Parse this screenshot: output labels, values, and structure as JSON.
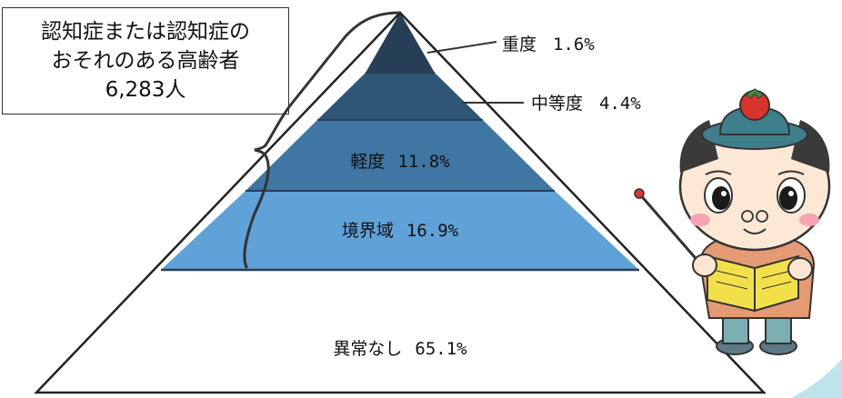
{
  "summary": {
    "line1": "認知症または認知症の",
    "line2": "おそれのある高齢者",
    "line3": "6,283人"
  },
  "levels": [
    {
      "name": "重度",
      "value": "1.6%",
      "color": "#263e56"
    },
    {
      "name": "中等度",
      "value": "4.4%",
      "color": "#2f5676"
    },
    {
      "name": "軽度",
      "value": "11.8%",
      "color": "#3f76a4"
    },
    {
      "name": "境界域",
      "value": "16.9%",
      "color": "#5ea2d8"
    },
    {
      "name": "異常なし",
      "value": "65.1%",
      "color": "#ffffff"
    }
  ],
  "mascot": {
    "icon": "tomato-hat-mascot-icon"
  }
}
